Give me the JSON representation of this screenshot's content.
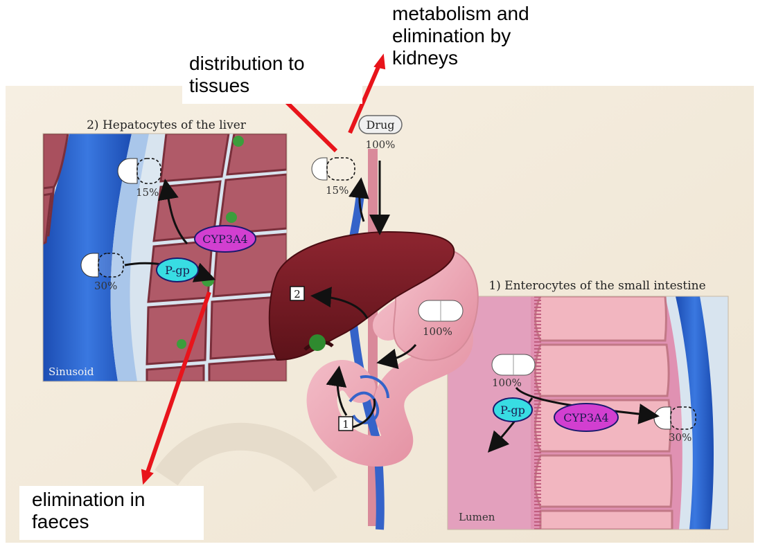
{
  "callouts": {
    "metabolism": "metabolism and\nelimination by\nkidneys",
    "distribution": "distribution to\ntissues",
    "faeces": "elimination in\nfaeces"
  },
  "panels": {
    "liver": {
      "title": "2) Hepatocytes of the liver",
      "region_label": "Sinusoid",
      "pill_top_percent": "15%",
      "pill_bottom_percent": "30%",
      "enzyme_label": "CYP3A4",
      "transporter_label": "P-gp"
    },
    "intestine": {
      "title": "1) Enterocytes of the small intestine",
      "region_label": "Lumen",
      "pill_lumen_percent": "100%",
      "pill_blood_percent": "30%",
      "enzyme_label": "CYP3A4",
      "transporter_label": "P-gp"
    }
  },
  "center": {
    "drug_label": "Drug",
    "drug_percent": "100%",
    "systemic_percent": "15%",
    "stomach_percent": "100%",
    "step_liver": "2",
    "step_intestine": "1"
  },
  "colors": {
    "background": "#f3ecdf",
    "blood": "#2a5ec6",
    "cell": "#b05a68",
    "cyp3a4": "#d23fd0",
    "pgp": "#38dde3",
    "arrow_red": "#e8141b",
    "liver_organ": "#7b1a24",
    "intestine": "#eaa2b1"
  }
}
